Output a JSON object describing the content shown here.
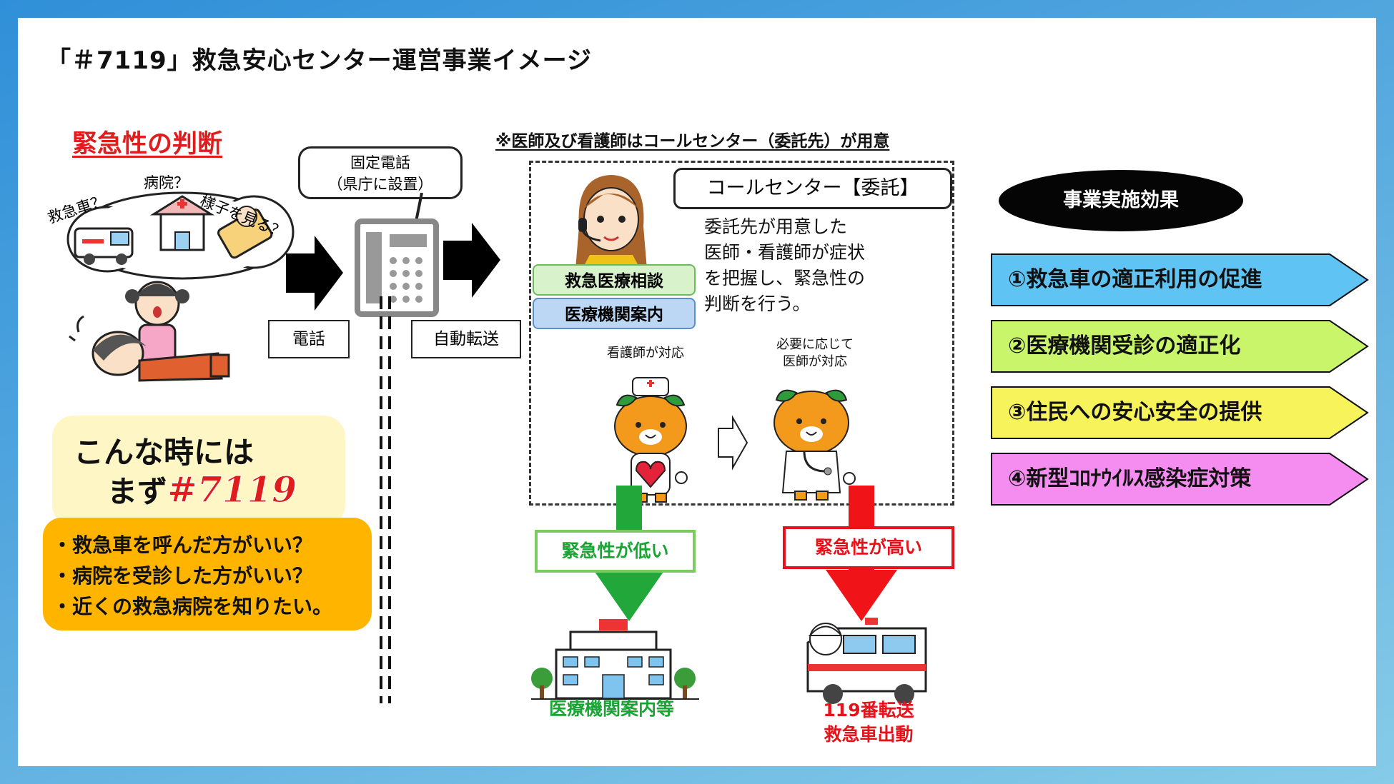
{
  "title": "「＃7119」救急安心センター運営事業イメージ",
  "left": {
    "heading": "緊急性の判断",
    "thought_ambulance": "救急車？",
    "thought_hospital": "病院？",
    "thought_wait": "様子を見る？",
    "call_line1": "こんな時には",
    "call_line2_prefix": "まず",
    "call_line2_number": "#7119",
    "bullets": [
      "・救急車を呼んだ方がいい？",
      "・病院を受診した方がいい？",
      "・近くの救急病院を知りたい。"
    ]
  },
  "flow": {
    "phone_bubble": "固定電話\n（県庁に設置）",
    "phone_label": "電話",
    "transfer_label": "自動転送",
    "note": "※医師及び看護師はコールセンター（委託先）が用意"
  },
  "call_center": {
    "title": "コールセンター【委託】",
    "description": "委託先が用意した\n医師・看護師が症状\nを把握し、緊急性の\n判断を行う。",
    "tag_consult": "救急医療相談",
    "tag_guide": "医療機関案内",
    "nurse_label": "看護師が対応",
    "doctor_label": "必要に応じて\n医師が対応"
  },
  "outcomes": {
    "low_label": "緊急性が低い",
    "high_label": "緊急性が高い",
    "low_result": "医療機関案内等",
    "high_result_1": "119番転送",
    "high_result_2": "救急車出動"
  },
  "effects": {
    "heading": "事業実施効果",
    "items": [
      {
        "label": "①救急車の適正利用の促進",
        "color": "#5fc4f4"
      },
      {
        "label": "②医療機関受診の適正化",
        "color": "#c8f56a"
      },
      {
        "label": "③住民への安心安全の提供",
        "color": "#f7f35a"
      },
      {
        "label": "④新型ｺﾛﾅｳｲﾙｽ感染症対策",
        "color": "#f58cf0"
      }
    ]
  }
}
